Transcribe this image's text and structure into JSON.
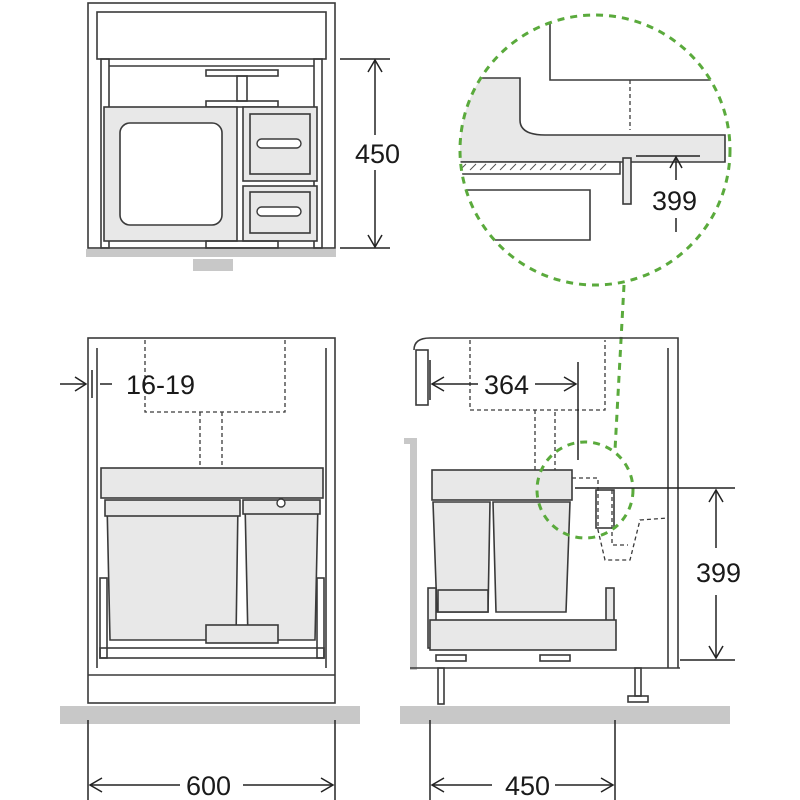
{
  "accent_color": "#5aaa3c",
  "top_view": {
    "height_dim": "450"
  },
  "detail_view": {
    "height_dim": "399"
  },
  "front_view": {
    "offset_dim": "16-19",
    "width_dim": "600"
  },
  "side_view": {
    "depth_dim": "364",
    "height_dim": "399",
    "width_dim": "450"
  }
}
